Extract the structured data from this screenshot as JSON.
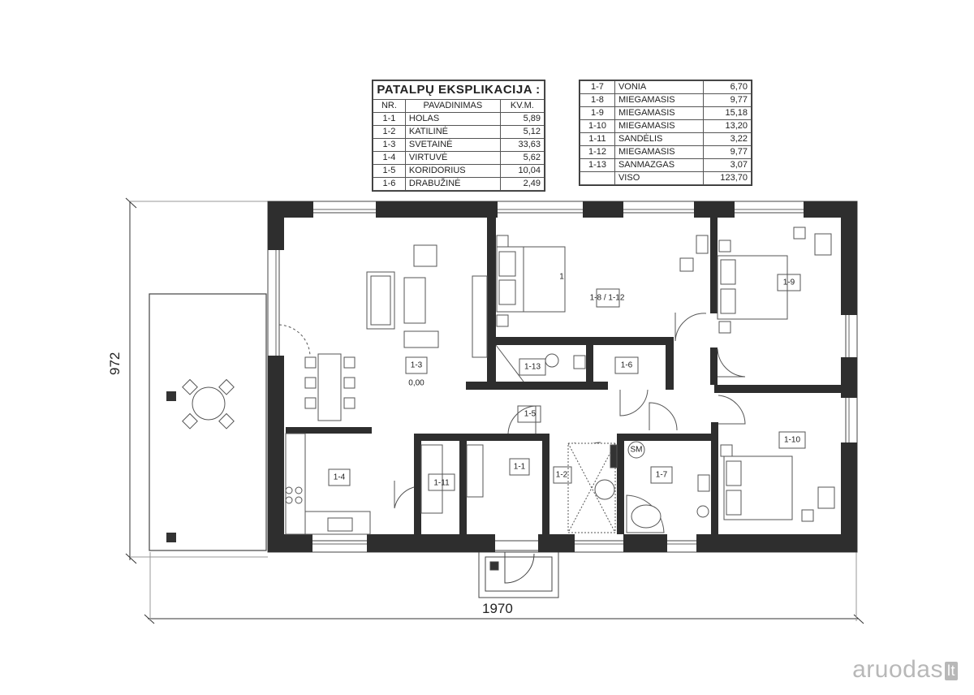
{
  "explication": {
    "title": "PATALPŲ EKSPLIKACIJA :",
    "headers": [
      "NR.",
      "PAVADINIMAS",
      "KV.M."
    ],
    "rows_left": [
      {
        "nr": "1-1",
        "name": "HOLAS",
        "area": "5,89"
      },
      {
        "nr": "1-2",
        "name": "KATILINĖ",
        "area": "5,12"
      },
      {
        "nr": "1-3",
        "name": "SVETAINĖ",
        "area": "33,63"
      },
      {
        "nr": "1-4",
        "name": "VIRTUVĖ",
        "area": "5,62"
      },
      {
        "nr": "1-5",
        "name": "KORIDORIUS",
        "area": "10,04"
      },
      {
        "nr": "1-6",
        "name": "DRABUŽINĖ",
        "area": "2,49"
      }
    ],
    "rows_right": [
      {
        "nr": "1-7",
        "name": "VONIA",
        "area": "6,70"
      },
      {
        "nr": "1-8",
        "name": "MIEGAMASIS",
        "area": "9,77"
      },
      {
        "nr": "1-9",
        "name": "MIEGAMASIS",
        "area": "15,18"
      },
      {
        "nr": "1-10",
        "name": "MIEGAMASIS",
        "area": "13,20"
      },
      {
        "nr": "1-11",
        "name": "SANDĖLIS",
        "area": "3,22"
      },
      {
        "nr": "1-12",
        "name": "MIEGAMASIS",
        "area": "9,77"
      },
      {
        "nr": "1-13",
        "name": "SANMAZGAS",
        "area": "3,07"
      }
    ],
    "total": {
      "label": "VISO",
      "area": "123,70"
    }
  },
  "dimensions": {
    "width": "1970",
    "height": "972"
  },
  "rooms": {
    "r1_1": "1-1",
    "r1_2": "1-2",
    "r1_3": "1-3",
    "r1_3_level": "0,00",
    "r1_4": "1-4",
    "r1_5": "1-5",
    "r1_6": "1-6",
    "r1_7": "1-7",
    "r1_8": "1-8 / 1-12",
    "r1_8_partial": "1",
    "r1_9": "1-9",
    "r1_10": "1-10",
    "r1_11": "1-11",
    "r1_13": "1-13",
    "sm": "SM"
  },
  "logo": {
    "text": "aruodas",
    "suffix": "lt"
  }
}
